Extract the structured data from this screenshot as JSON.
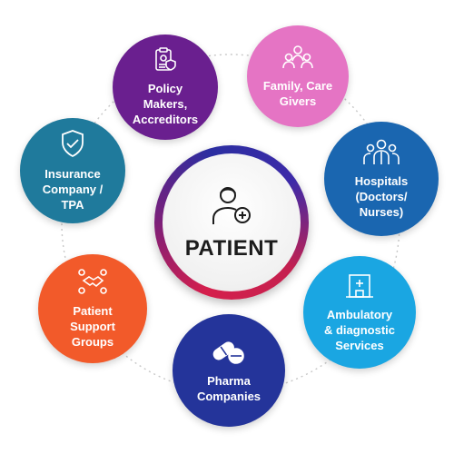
{
  "center": {
    "title": "PATIENT",
    "icon": "patient-plus-icon"
  },
  "nodes": [
    {
      "id": "policy",
      "label": "Policy\nMakers,\nAccreditors",
      "color": "#6a1f8f",
      "icon": "checklist-icon"
    },
    {
      "id": "family",
      "label": "Family, Care\nGivers",
      "color": "#e574c4",
      "icon": "family-group-icon"
    },
    {
      "id": "hospitals",
      "label": "Hospitals\n(Doctors/\nNurses)",
      "color": "#1a66b0",
      "icon": "doctors-icon"
    },
    {
      "id": "ambulatory",
      "label": "Ambulatory\n& diagnostic\nServices",
      "color": "#1aa6e2",
      "icon": "clinic-building-icon"
    },
    {
      "id": "pharma",
      "label": "Pharma\nCompanies",
      "color": "#24349a",
      "icon": "pills-icon"
    },
    {
      "id": "support",
      "label": "Patient\nSupport\nGroups",
      "color": "#f25a2a",
      "icon": "handshake-icon"
    },
    {
      "id": "insurance",
      "label": "Insurance\nCompany /\nTPA",
      "color": "#1f7a9c",
      "icon": "shield-check-icon"
    }
  ]
}
